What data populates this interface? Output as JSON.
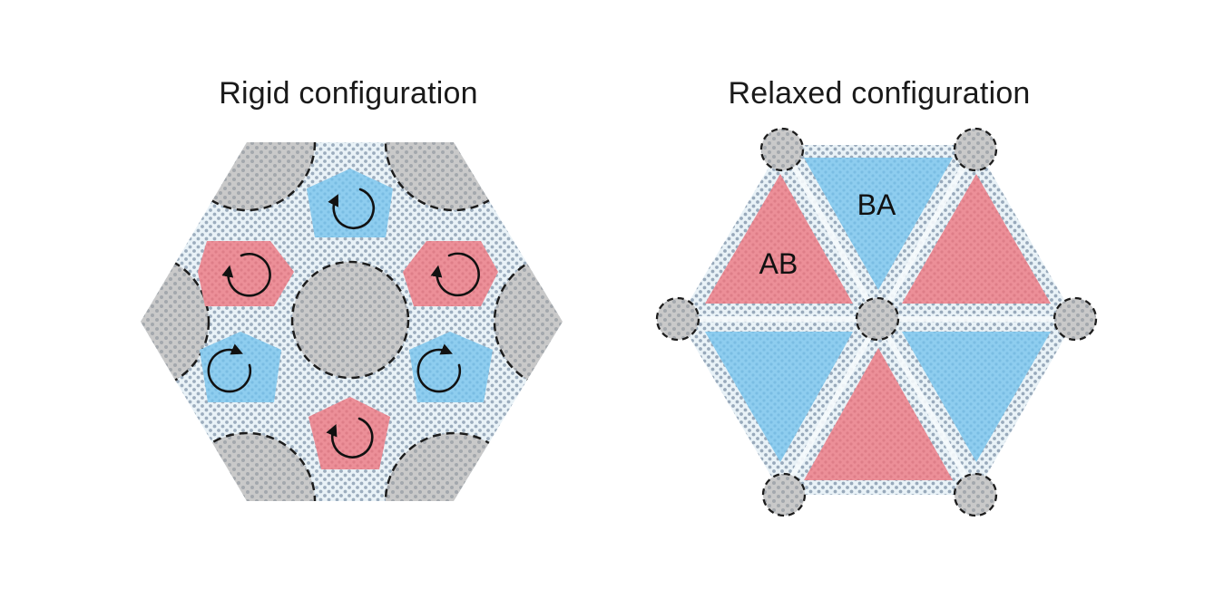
{
  "panels": {
    "rigid": {
      "title": "Rigid configuration"
    },
    "relaxed": {
      "title": "Relaxed configuration",
      "labels": {
        "ab": "AB",
        "ba": "BA"
      }
    }
  },
  "colors": {
    "red_region": "#ec8f98",
    "blue_region": "#8ecdef",
    "gray_region": "#c9c9c9",
    "lattice_dot": "#8fa1b4",
    "boundary_dash": "#1c1c1c",
    "arrow": "#111111"
  }
}
